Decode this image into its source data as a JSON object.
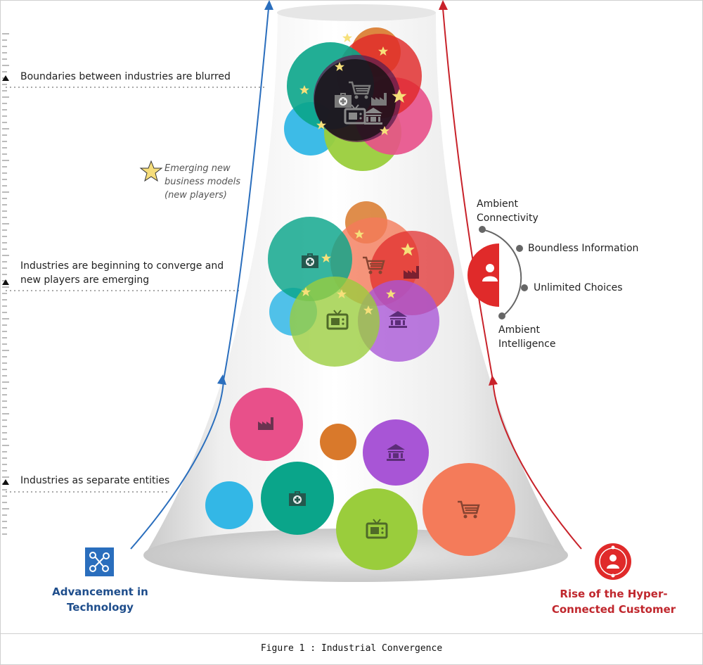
{
  "caption": "Figure 1 : Industrial Convergence",
  "stages": [
    {
      "label": "Boundaries between industries are blurred"
    },
    {
      "label_line1": "Industries are beginning to converge and",
      "label_line2": "new players are emerging"
    },
    {
      "label": "Industries as separate entities"
    }
  ],
  "legend": {
    "icon": "star-icon",
    "line1": "Emerging new",
    "line2": "business models",
    "line3": "(new players)"
  },
  "customer_attributes": [
    {
      "line1": "Ambient",
      "line2": "Connectivity"
    },
    {
      "line1": "Boundless Information"
    },
    {
      "line1": "Unlimited Choices"
    },
    {
      "line1": "Ambient",
      "line2": "Intelligence"
    }
  ],
  "left_driver": {
    "line1": "Advancement in",
    "line2": "Technology",
    "color": "#1f4e8c",
    "icon": "network-nodes-icon"
  },
  "right_driver": {
    "line1": "Rise of the Hyper-",
    "line2": "Connected Customer",
    "color": "#c0272d",
    "icon": "customer-icon"
  },
  "colors": {
    "pink": "#e8508a",
    "orange": "#d9792b",
    "purple": "#a855d6",
    "teal": "#0aa58a",
    "blue": "#33b7e6",
    "green": "#9acd3c",
    "salmon": "#f47b5a",
    "red": "#e02a2a",
    "arrow_blue": "#2a6ebd",
    "arrow_red": "#c8222a"
  },
  "industry_icons": [
    "factory-icon",
    "bank-icon",
    "medical-kit-icon",
    "tv-icon",
    "shopping-cart-icon"
  ]
}
